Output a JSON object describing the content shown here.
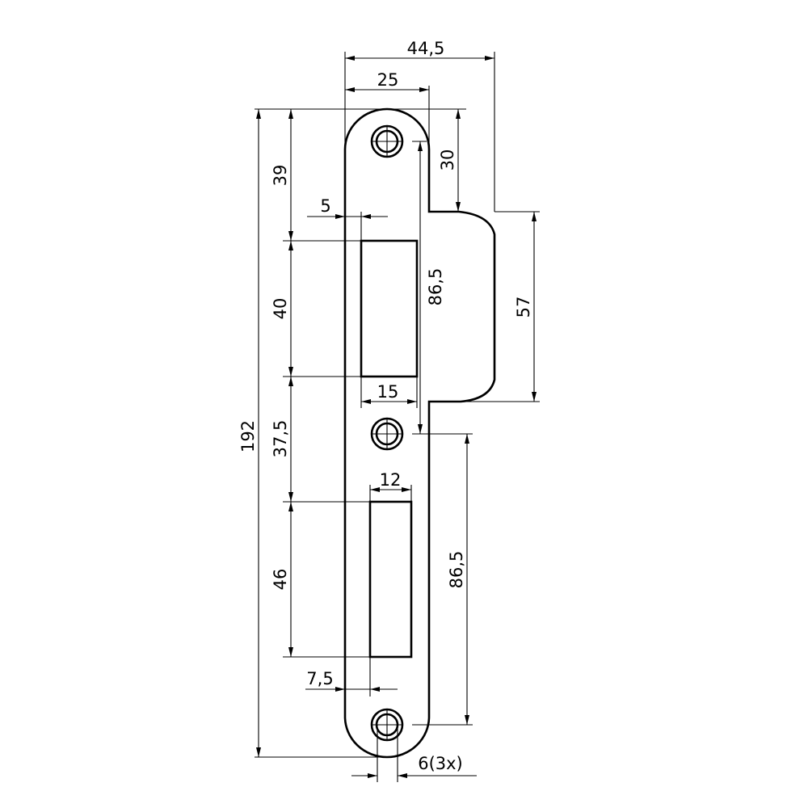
{
  "drawing": {
    "title": "Strike plate dimensional drawing",
    "dimensions": {
      "overall_width": "44,5",
      "plate_width": "25",
      "top_to_lip": "30",
      "overall_height": "192",
      "top_to_slot1": "39",
      "slot1_height": "40",
      "slot1_to_slot2": "37,5",
      "slot2_height": "46",
      "slot1_offset": "5",
      "hole_spacing_upper": "86,5",
      "lip_height": "57",
      "slot1_width": "15",
      "slot2_width": "12",
      "hole_spacing_lower": "86,5",
      "slot2_offset": "7,5",
      "hole_diameter": "6(3x)"
    }
  }
}
